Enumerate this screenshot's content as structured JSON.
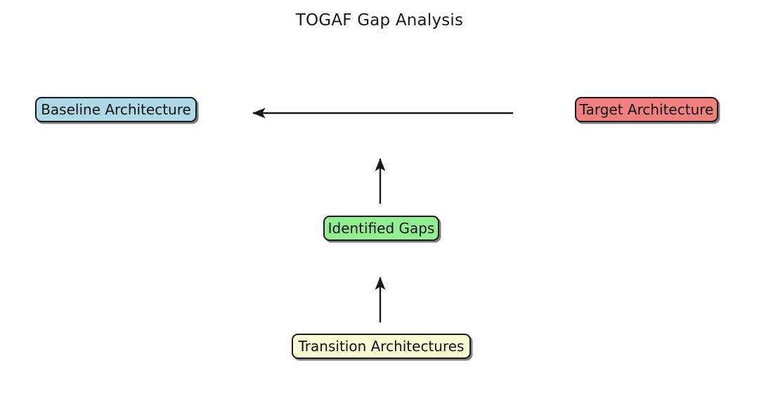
{
  "diagram": {
    "title": "TOGAF Gap Analysis",
    "type": "flowchart",
    "background_color": "#ffffff",
    "text_color": "#111111",
    "edge_color": "#1a1a1a",
    "nodes": [
      {
        "id": "baseline",
        "label": "Baseline Architecture",
        "fill_color": "#ADD8E6",
        "border_color": "#1a1a1a",
        "shape": "rounded-rectangle"
      },
      {
        "id": "target",
        "label": "Target Architecture",
        "fill_color": "#F08080",
        "border_color": "#1a1a1a",
        "shape": "rounded-rectangle"
      },
      {
        "id": "gaps",
        "label": "Identified Gaps",
        "fill_color": "#90EE90",
        "border_color": "#1a1a1a",
        "shape": "rounded-rectangle"
      },
      {
        "id": "transition",
        "label": "Transition Architectures",
        "fill_color": "#FAFAD2",
        "border_color": "#1a1a1a",
        "shape": "rounded-rectangle"
      }
    ],
    "edges": [
      {
        "id": "target-to-baseline",
        "from": "target",
        "to": "baseline",
        "direction": "left",
        "label": ""
      },
      {
        "id": "gaps-to-baseline-arrow",
        "from": "gaps",
        "to": "baseline",
        "direction": "up",
        "label": ""
      },
      {
        "id": "transition-to-gaps",
        "from": "transition",
        "to": "gaps",
        "direction": "up",
        "label": ""
      }
    ]
  }
}
